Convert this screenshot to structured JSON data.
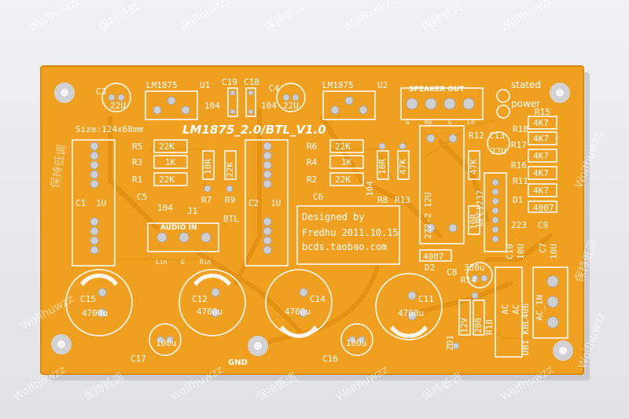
{
  "board": {
    "title": "LM1875_2.0/BTL_V1.0",
    "size_label": "Size:124x68mm",
    "designer_line1": "Designed by",
    "designer_line2": "Fredhu 2011.10.15",
    "designer_line3": "bcds.taobao.com",
    "colors": {
      "board": "#f0a020",
      "silk": "#ffffff",
      "pad": "#c8c8c8",
      "background": "#e6e6ea"
    }
  },
  "labels": {
    "u1": "U1",
    "u2": "U2",
    "lm1875_a": "LM1875",
    "lm1875_b": "LM1875",
    "c3": "C3",
    "c3v": "22U",
    "c19": "C19",
    "c18": "C18",
    "c104a": "104",
    "c104b": "104",
    "c4": "C4",
    "c4v": "22U",
    "speaker": "SPEAKER OUT",
    "spk_g1": "G",
    "spk_ro": "Ro",
    "spk_g2": "G",
    "spk_lo": "Lo",
    "stated": "stated",
    "power": "power",
    "r5": "R5",
    "r3": "R3",
    "r1": "R1",
    "r22k": "22K",
    "r1k": "1K",
    "r22kb": "22K",
    "c5": "C5",
    "c5v": "104",
    "c1": "C1",
    "c1v": "1U",
    "c2": "C2",
    "c2v": "1U",
    "r10r": "10R",
    "r22kc": "22K",
    "r7": "R7",
    "r9": "R9",
    "j1": "J1",
    "btl": "BTL",
    "audio_in": "AUDIO IN",
    "lin": "Lin",
    "g": "G",
    "rin": "Rin",
    "r6": "R6",
    "r4": "R4",
    "r2": "R2",
    "r22kd": "22K",
    "r1kb": "1K",
    "r22ke": "22K",
    "c6": "C6",
    "c6v": "104",
    "r10rb": "10R",
    "r47k": "47K",
    "r8": "R8",
    "r13": "R13",
    "r12": "R12",
    "c13": "C13",
    "c13v": "22U",
    "r47kb": "47K",
    "z2": "2Z2-2 12U",
    "r10rc": "10R",
    "upc": "UPC1237",
    "r15": "R15",
    "r18": "R18",
    "r17": "R17",
    "r16": "R16",
    "r11": "R11",
    "r4k7a": "4K7",
    "r4k7b": "4K7",
    "r4k7c": "4K7",
    "r4k7d": "4K7",
    "r4k7e": "4K7",
    "d1": "D1",
    "d4007a": "4007",
    "c9": "C9",
    "c9v": "223",
    "c10": "C10",
    "c10v": "10U",
    "c7": "C7",
    "c7v": "10U",
    "d2": "D2",
    "d4007b": "4007",
    "c8": "C8",
    "c8v": "330u",
    "c15": "C15",
    "c15v": "4700u",
    "c12": "C12",
    "c12v": "4700u",
    "c14": "C14",
    "c14v": "4700u",
    "c11": "C11",
    "c11v": "4700u",
    "c17": "C17",
    "c17v": "100u",
    "c16": "C16",
    "c16v": "100u",
    "gnd": "GND",
    "zd1": "ZD1",
    "zd12v": "12V",
    "r14": "R14",
    "r200": "200",
    "r10": "R10",
    "db1": "DB1 KBL406",
    "ac_in": "AC_IN",
    "ac": "AC",
    "ac2": "AC"
  },
  "watermarks": {
    "brand": "Wolfhuwzz",
    "cn": "保持低调"
  }
}
